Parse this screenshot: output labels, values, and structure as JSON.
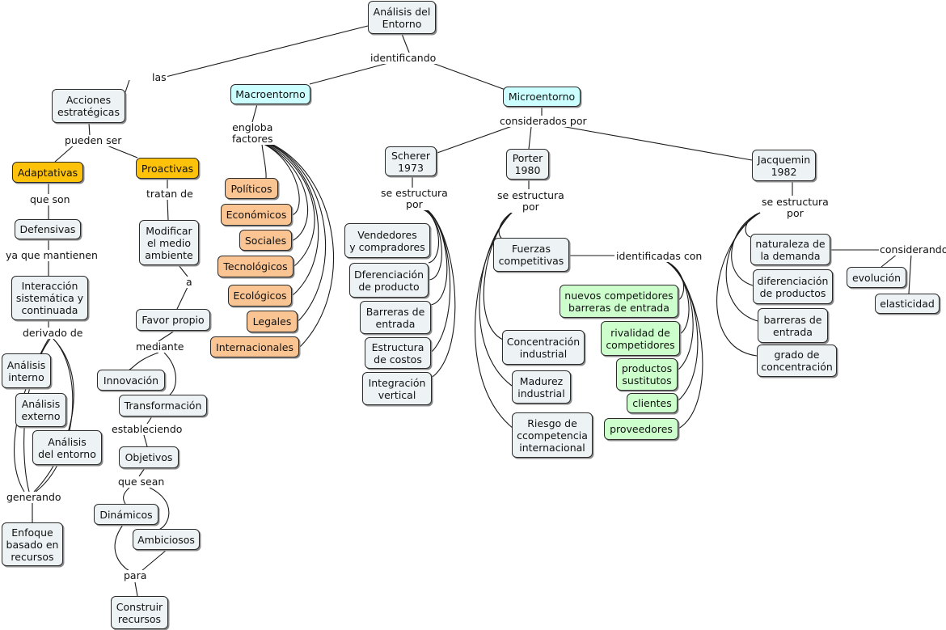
{
  "nodes": {
    "root": "Análisis del\nEntorno",
    "acciones": "Acciones\nestratégicas",
    "macro": "Macroentorno",
    "micro": "Microentorno",
    "adaptativas": "Adaptativas",
    "proactivas": "Proactivas",
    "defensivas": "Defensivas",
    "interaccion": "Interacción\nsistemática y\ncontinuada",
    "analisis_interno": "Análisis\ninterno",
    "analisis_externo": "Análisis\nexterno",
    "analisis_entorno": "Análisis\ndel entorno",
    "enfoque": "Enfoque\nbasado en\nrecursos",
    "modificar": "Modificar\nel medio\nambiente",
    "favor": "Favor propio",
    "innovacion": "Innovación",
    "transformacion": "Transformación",
    "objetivos": "Objetivos",
    "dinamicos": "Dinámicos",
    "ambiciosos": "Ambiciosos",
    "construir": "Construir\nrecursos",
    "politicos": "Políticos",
    "economicos": "Económicos",
    "sociales": "Sociales",
    "tecnologicos": "Tecnológicos",
    "ecologicos": "Ecológicos",
    "legales": "Legales",
    "internacionales": "Internacionales",
    "scherer": "Scherer\n1973",
    "porter": "Porter\n1980",
    "jacquemin": "Jacquemin\n1982",
    "vendedores": "Vendedores\ny compradores",
    "dferenciacion": "Dferenciación\nde producto",
    "barreras_s": "Barreras de\nentrada",
    "estructura": "Estructura\nde costos",
    "integracion": "Integración\nvertical",
    "fuerzas": "Fuerzas\ncompetitivas",
    "concentracion": "Concentración\nindustrial",
    "madurez": "Madurez\nindustrial",
    "riesgo": "Riesgo de\nccompetencia\ninternacional",
    "nuevos": "nuevos competidores\nbarreras de entrada",
    "rivalidad": "rivalidad de\ncompetidores",
    "sustitutos": "productos\nsustitutos",
    "clientes": "clientes",
    "proveedores": "proveedores",
    "naturaleza": "naturaleza de\nla demanda",
    "diferenciacion_j": "diferenciación\nde productos",
    "barreras_j": "barreras de\nentrada",
    "grado": "grado de\nconcentración",
    "evolucion": "evolución",
    "elasticidad": "elasticidad"
  },
  "labels": {
    "identificando": "identificando",
    "las": "las",
    "pueden_ser": "pueden ser",
    "que_son": "que son",
    "ya_que": "ya que mantienen",
    "derivado": "derivado de",
    "generando": "generando",
    "tratan_de": "tratan de",
    "a": "a",
    "mediante": "mediante",
    "estableciendo": "estableciendo",
    "que_sean": "que sean",
    "para": "para",
    "engloba": "engloba\nfactores",
    "considerados": "considerados por",
    "se_estructura_s": "se estructura\npor",
    "se_estructura_p": "se estructura\npor",
    "se_estructura_j": "se estructura\npor",
    "identificadas": "identificadas con",
    "considerando": "considerando"
  },
  "colors": {
    "default": "#edf2f5",
    "cyan": "#ccffff",
    "orange": "#fbc593",
    "yellow": "#ffc20a",
    "green": "#ccffcc"
  }
}
